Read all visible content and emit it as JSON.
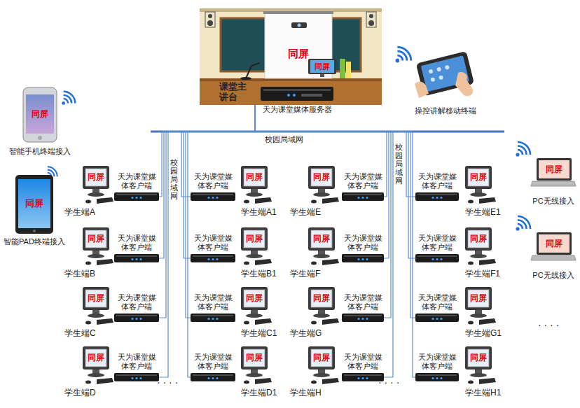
{
  "diagram": {
    "nodes": [
      {
        "text": [
          "课堂主讲台"
        ]
      },
      {
        "text": [
          "同屏"
        ],
        "in": 0
      },
      {
        "text": [
          "同屏"
        ],
        "in": 0
      },
      {
        "text": [
          "天为课堂媒体服务器"
        ]
      },
      {
        "text": [
          "同屏",
          "智能手机终端接入"
        ]
      },
      {
        "text": [
          "同屏",
          "智能PAD终端接入"
        ]
      },
      {
        "text": [
          "同屏",
          "PC无线接入"
        ]
      },
      {
        "text": [
          "同屏",
          "PC无线接入"
        ]
      },
      {
        "text": [
          "天为课堂媒体客户端"
        ]
      },
      {
        "text": [
          "同屏",
          "学生端A"
        ]
      },
      {
        "text": [
          "天为课堂媒体客户端"
        ]
      },
      {
        "text": [
          "同屏",
          "学生端B"
        ]
      },
      {
        "text": [
          "天为课堂媒体客户端"
        ]
      },
      {
        "text": [
          "同屏",
          "学生端C"
        ]
      },
      {
        "text": [
          "天为课堂媒体客户端"
        ]
      },
      {
        "text": [
          "同屏",
          "学生端D"
        ]
      },
      {
        "text": [
          "天为课堂媒体客户端"
        ]
      },
      {
        "text": [
          "同屏",
          "学生端A1"
        ]
      },
      {
        "text": [
          "天为课堂媒体客户端"
        ]
      },
      {
        "text": [
          "同屏",
          "学生端B1"
        ]
      },
      {
        "text": [
          "天为课堂媒体客户端"
        ]
      },
      {
        "text": [
          "同屏",
          "学生端C1"
        ]
      },
      {
        "text": [
          "天为课堂媒体客户端"
        ]
      },
      {
        "text": [
          "同屏",
          "学生端D1"
        ]
      },
      {
        "text": [
          "天为课堂媒体客户端"
        ]
      },
      {
        "text": [
          "同屏",
          "学生端E"
        ]
      },
      {
        "text": [
          "天为课堂媒体客户端"
        ]
      },
      {
        "text": [
          "同屏",
          "学生端F"
        ]
      },
      {
        "text": [
          "天为课堂媒体客户端"
        ]
      },
      {
        "text": [
          "同屏",
          "学生端G"
        ]
      },
      {
        "text": [
          "天为课堂媒体客户端"
        ]
      },
      {
        "text": [
          "同屏",
          "学生端H"
        ]
      },
      {
        "text": [
          "天为课堂媒体客户端"
        ]
      },
      {
        "text": [
          "同屏",
          "学生端E1"
        ]
      },
      {
        "text": [
          "天为课堂媒体客户端"
        ]
      },
      {
        "text": [
          "同屏",
          "学生端F1"
        ]
      },
      {
        "text": [
          "天为课堂媒体客户端"
        ]
      },
      {
        "text": [
          "同屏",
          "学生端G1"
        ]
      },
      {
        "text": [
          "天为课堂媒体客户端"
        ]
      },
      {
        "text": [
          "同屏",
          "学生端H1"
        ]
      }
    ],
    "edges": [
      {
        "from": 3,
        "to": 8,
        "arrow": "none"
      },
      {
        "from": 3,
        "to": 10,
        "arrow": "none"
      },
      {
        "from": 3,
        "to": 12,
        "arrow": "none"
      },
      {
        "from": 3,
        "to": 14,
        "arrow": "none"
      },
      {
        "from": 3,
        "to": 16,
        "arrow": "none"
      },
      {
        "from": 3,
        "to": 18,
        "arrow": "none"
      },
      {
        "from": 3,
        "to": 20,
        "arrow": "none"
      },
      {
        "from": 3,
        "to": 22,
        "arrow": "none"
      },
      {
        "from": 3,
        "to": 24,
        "arrow": "none"
      },
      {
        "from": 3,
        "to": 26,
        "arrow": "none"
      },
      {
        "from": 3,
        "to": 28,
        "arrow": "none"
      },
      {
        "from": 3,
        "to": 30,
        "arrow": "none"
      },
      {
        "from": 3,
        "to": 32,
        "arrow": "none"
      },
      {
        "from": 3,
        "to": 34,
        "arrow": "none"
      },
      {
        "from": 3,
        "to": 36,
        "arrow": "none"
      },
      {
        "from": 3,
        "to": 38,
        "arrow": "none"
      }
    ],
    "labels": [
      "操控讲解移动终端",
      "校园局域网",
      "校园局域网",
      "校园局域网",
      "· · · ·",
      "· · · ·",
      "· · · ·"
    ]
  }
}
